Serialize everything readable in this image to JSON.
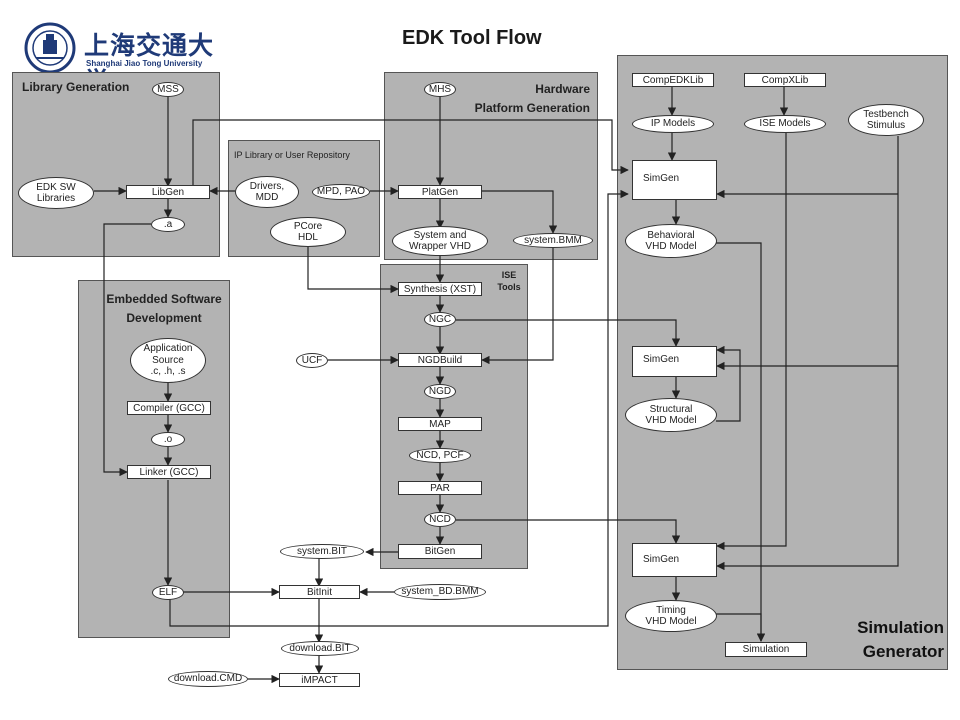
{
  "title": "EDK Tool Flow",
  "logo": {
    "cn": "上海交通大学",
    "en": "Shanghai Jiao Tong University"
  },
  "panels": {
    "library": "Library Generation",
    "ip_repo": "IP Library or User Repository",
    "hardware": "Hardware\nPlatform Generation",
    "embedded": "Embedded Software\nDevelopment",
    "ise": "ISE\nTools",
    "simulation": "Simulation\nGenerator"
  },
  "nodes": {
    "mss": "MSS",
    "edk_sw_libraries": "EDK SW\nLibraries",
    "libgen": "LibGen",
    "a_lib": ".a",
    "drivers_mdd": "Drivers,\nMDD",
    "mpd_pao": "MPD, PAO",
    "pcore_hdl": "PCore\nHDL",
    "mhs": "MHS",
    "platgen": "PlatGen",
    "system_wrapper_vhd": "System and\nWrapper VHD",
    "system_bmm": "system.BMM",
    "synthesis_xst": "Synthesis (XST)",
    "ngc": "NGC",
    "ucf": "UCF",
    "ngdbuild": "NGDBuild",
    "ngd": "NGD",
    "map": "MAP",
    "ncd_pcf": "NCD, PCF",
    "par": "PAR",
    "ncd": "NCD",
    "bitgen": "BitGen",
    "system_bit": "system.BIT",
    "app_source": "Application\nSource\n.c, .h, .s",
    "compiler_gcc": "Compiler (GCC)",
    "o_file": ".o",
    "linker_gcc": "Linker (GCC)",
    "elf": "ELF",
    "bitinit": "BitInit",
    "system_bd_bmm": "system_BD.BMM",
    "download_bit": "download.BIT",
    "download_cmd": "download.CMD",
    "impact": "iMPACT",
    "compedklib": "CompEDKLib",
    "compxlib": "CompXLib",
    "ip_models": "IP Models",
    "ise_models": "ISE Models",
    "testbench_stimulus": "Testbench\nStimulus",
    "simgen_1": "SimGen",
    "behavioral_vhd": "Behavioral\nVHD Model",
    "simgen_2": "SimGen",
    "structural_vhd": "Structural\nVHD Model",
    "simgen_3": "SimGen",
    "timing_vhd": "Timing\nVHD Model",
    "simulation": "Simulation"
  }
}
